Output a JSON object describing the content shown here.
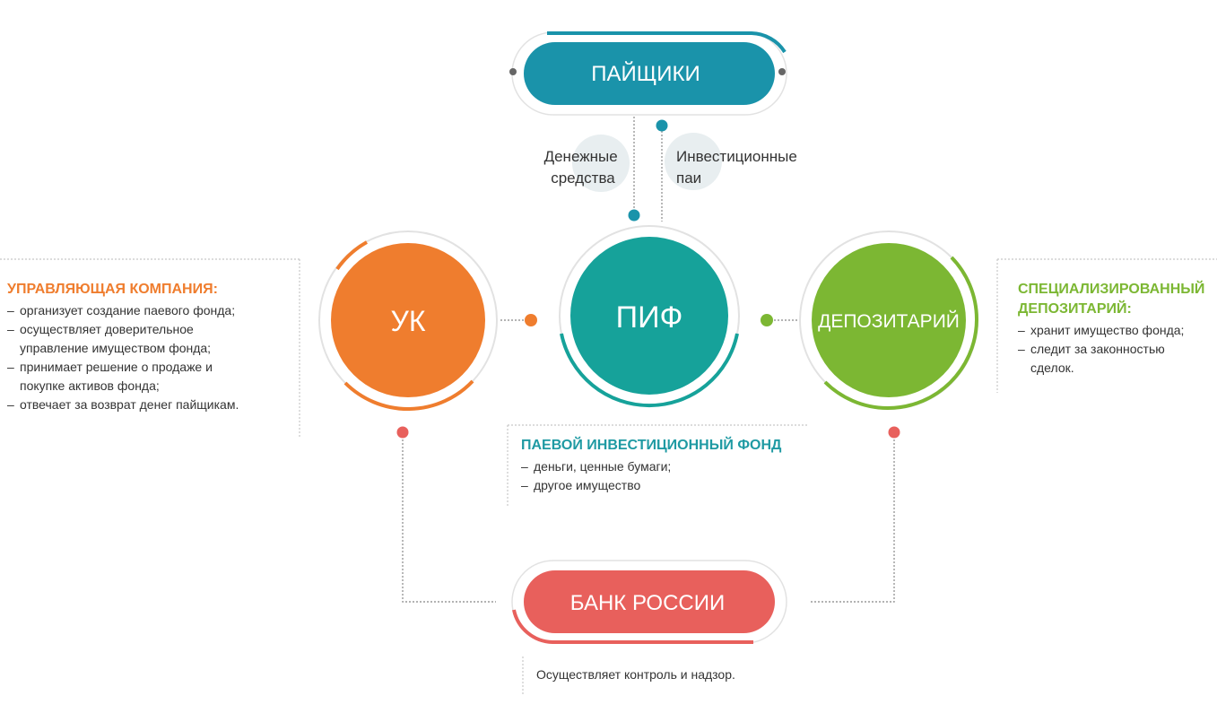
{
  "colors": {
    "uk": "#ef7d2e",
    "pif": "#16a29a",
    "depositary": "#7cb733",
    "shareholders": "#1a93aa",
    "bank": "#e8605c",
    "line": "#9a9a9a"
  },
  "nodes": {
    "shareholders": "ПАЙЩИКИ",
    "uk": "УК",
    "pif": "ПИФ",
    "depositary": "ДЕПОЗИТАРИЙ",
    "bank": "БАНК РОССИИ"
  },
  "flows": {
    "money": [
      "Денежные",
      "средства"
    ],
    "shares": [
      "Инвестиционные",
      "паи"
    ]
  },
  "panels": {
    "uk": {
      "title": "УПРАВЛЯЮЩАЯ КОМПАНИЯ:",
      "items": [
        "организует создание паевого фонда;",
        "осуществляет доверительное управление имуществом фонда;",
        "принимает решение о продаже и покупке активов фонда;",
        "отвечает за возврат денег пайщикам."
      ]
    },
    "depositary": {
      "title": "СПЕЦИАЛИЗИРОВАННЫЙ ДЕПОЗИТАРИЙ:",
      "items": [
        "хранит имущество фонда;",
        "следит за законностью сделок."
      ]
    },
    "pif": {
      "title": "ПАЕВОЙ ИНВЕСТИЦИОННЫЙ ФОНД",
      "items": [
        "деньги, ценные бумаги;",
        "другое имущество"
      ]
    },
    "bank": {
      "text": "Осуществляет контроль и надзор."
    }
  }
}
